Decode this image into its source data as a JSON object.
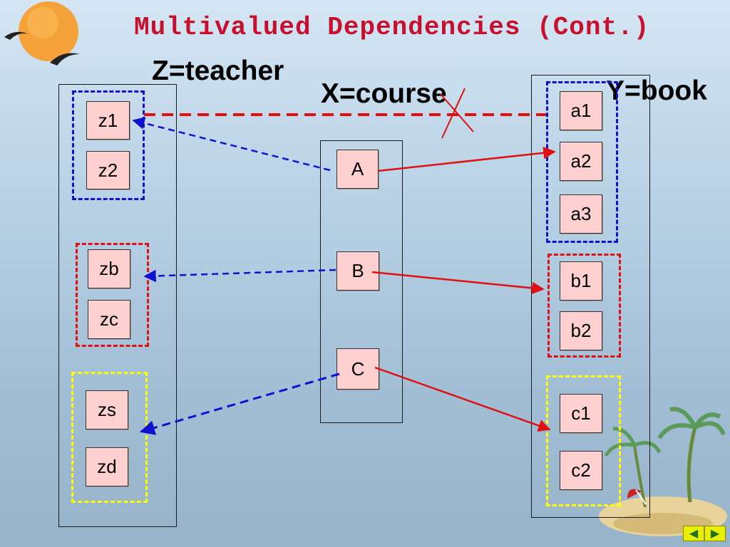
{
  "title": "Multivalued Dependencies (Cont.)",
  "labels": {
    "z": "Z=teacher",
    "x": "X=course",
    "y": "Y=book"
  },
  "z_column": [
    "z1",
    "z2",
    "zb",
    "zc",
    "zs",
    "zd"
  ],
  "x_column": [
    "A",
    "B",
    "C"
  ],
  "y_column": [
    "a1",
    "a2",
    "a3",
    "b1",
    "b2",
    "c1",
    "c2"
  ],
  "nav": {
    "prev": "◀",
    "next": "▶"
  },
  "colors": {
    "red": "#e01010",
    "blue": "#1010d0",
    "yellow": "#ffff00",
    "node_fill": "#ffd0d0",
    "title": "#c8102e"
  }
}
